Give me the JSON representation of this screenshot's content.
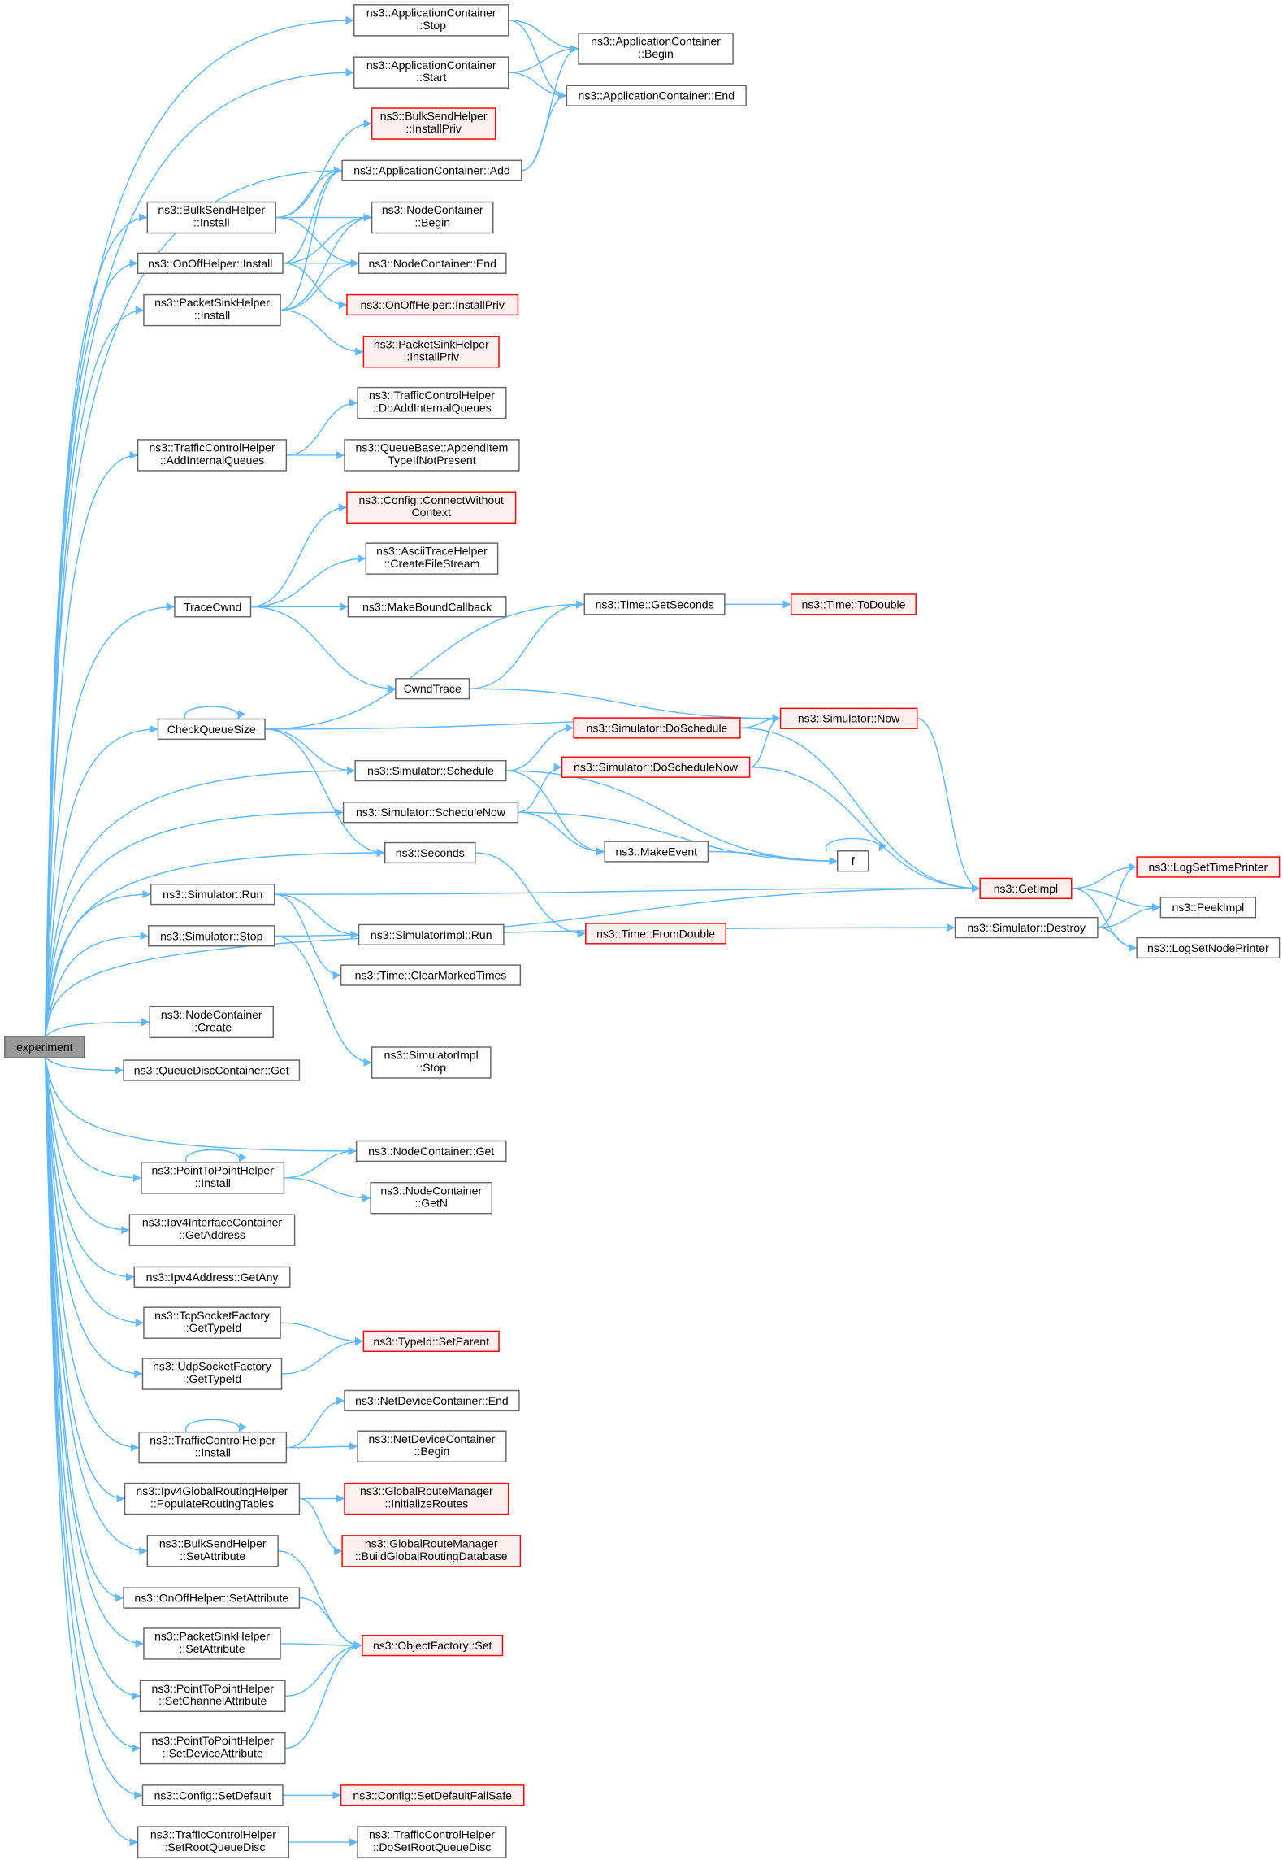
{
  "colors": {
    "edge": "#63b8ff",
    "box_border": "#666666",
    "missing_border": "#ff0000",
    "missing_fill": "#fff0f0",
    "root_fill": "#999999"
  },
  "nodes": [
    {
      "lines": [
        "experiment"
      ],
      "kind": "root"
    },
    {
      "lines": [
        "ns3::ApplicationContainer",
        "::Stop"
      ]
    },
    {
      "lines": [
        "ns3::ApplicationContainer",
        "::Start"
      ]
    },
    {
      "lines": [
        "ns3::ApplicationContainer",
        "::Begin"
      ]
    },
    {
      "lines": [
        "ns3::ApplicationContainer::End"
      ]
    },
    {
      "lines": [
        "ns3::BulkSendHelper",
        "::InstallPriv"
      ],
      "kind": "red"
    },
    {
      "lines": [
        "ns3::ApplicationContainer::Add"
      ]
    },
    {
      "lines": [
        "ns3::BulkSendHelper",
        "::Install"
      ]
    },
    {
      "lines": [
        "ns3::NodeContainer",
        "::Begin"
      ]
    },
    {
      "lines": [
        "ns3::OnOffHelper::Install"
      ]
    },
    {
      "lines": [
        "ns3::NodeContainer::End"
      ]
    },
    {
      "lines": [
        "ns3::OnOffHelper::InstallPriv"
      ],
      "kind": "red"
    },
    {
      "lines": [
        "ns3::PacketSinkHelper",
        "::Install"
      ]
    },
    {
      "lines": [
        "ns3::PacketSinkHelper",
        "::InstallPriv"
      ],
      "kind": "red"
    },
    {
      "lines": [
        "ns3::TrafficControlHelper",
        "::DoAddInternalQueues"
      ]
    },
    {
      "lines": [
        "ns3::TrafficControlHelper",
        "::AddInternalQueues"
      ]
    },
    {
      "lines": [
        "ns3::QueueBase::AppendItem",
        "TypeIfNotPresent"
      ]
    },
    {
      "lines": [
        "ns3::Config::ConnectWithout",
        "Context"
      ],
      "kind": "red"
    },
    {
      "lines": [
        "ns3::AsciiTraceHelper",
        "::CreateFileStream"
      ]
    },
    {
      "lines": [
        "TraceCwnd"
      ]
    },
    {
      "lines": [
        "ns3::MakeBoundCallback"
      ]
    },
    {
      "lines": [
        "ns3::Time::GetSeconds"
      ]
    },
    {
      "lines": [
        "ns3::Time::ToDouble"
      ],
      "kind": "red"
    },
    {
      "lines": [
        "CwndTrace"
      ]
    },
    {
      "lines": [
        "CheckQueueSize"
      ]
    },
    {
      "lines": [
        "ns3::Simulator::Now"
      ],
      "kind": "red"
    },
    {
      "lines": [
        "ns3::Simulator::DoSchedule"
      ],
      "kind": "red"
    },
    {
      "lines": [
        "ns3::Simulator::Schedule"
      ]
    },
    {
      "lines": [
        "ns3::Simulator::DoScheduleNow"
      ],
      "kind": "red"
    },
    {
      "lines": [
        "ns3::Simulator::ScheduleNow"
      ]
    },
    {
      "lines": [
        "ns3::MakeEvent"
      ]
    },
    {
      "lines": [
        "f"
      ]
    },
    {
      "lines": [
        "ns3::Seconds"
      ]
    },
    {
      "lines": [
        "ns3::GetImpl"
      ],
      "kind": "red"
    },
    {
      "lines": [
        "ns3::LogSetTimePrinter"
      ],
      "kind": "red"
    },
    {
      "lines": [
        "ns3::PeekImpl"
      ]
    },
    {
      "lines": [
        "ns3::Simulator::Destroy"
      ]
    },
    {
      "lines": [
        "ns3::LogSetNodePrinter"
      ]
    },
    {
      "lines": [
        "ns3::Simulator::Run"
      ]
    },
    {
      "lines": [
        "ns3::SimulatorImpl::Run"
      ]
    },
    {
      "lines": [
        "ns3::Time::FromDouble"
      ],
      "kind": "red"
    },
    {
      "lines": [
        "ns3::Simulator::Stop"
      ]
    },
    {
      "lines": [
        "ns3::Time::ClearMarkedTimes"
      ]
    },
    {
      "lines": [
        "ns3::NodeContainer",
        "::Create"
      ]
    },
    {
      "lines": [
        "ns3::SimulatorImpl",
        "::Stop"
      ]
    },
    {
      "lines": [
        "ns3::QueueDiscContainer::Get"
      ]
    },
    {
      "lines": [
        "ns3::NodeContainer::Get"
      ]
    },
    {
      "lines": [
        "ns3::PointToPointHelper",
        "::Install"
      ]
    },
    {
      "lines": [
        "ns3::NodeContainer",
        "::GetN"
      ]
    },
    {
      "lines": [
        "ns3::Ipv4InterfaceContainer",
        "::GetAddress"
      ]
    },
    {
      "lines": [
        "ns3::Ipv4Address::GetAny"
      ]
    },
    {
      "lines": [
        "ns3::TcpSocketFactory",
        "::GetTypeId"
      ]
    },
    {
      "lines": [
        "ns3::TypeId::SetParent"
      ],
      "kind": "red"
    },
    {
      "lines": [
        "ns3::UdpSocketFactory",
        "::GetTypeId"
      ]
    },
    {
      "lines": [
        "ns3::NetDeviceContainer::End"
      ]
    },
    {
      "lines": [
        "ns3::TrafficControlHelper",
        "::Install"
      ]
    },
    {
      "lines": [
        "ns3::NetDeviceContainer",
        "::Begin"
      ]
    },
    {
      "lines": [
        "ns3::Ipv4GlobalRoutingHelper",
        "::PopulateRoutingTables"
      ]
    },
    {
      "lines": [
        "ns3::GlobalRouteManager",
        "::InitializeRoutes"
      ],
      "kind": "red"
    },
    {
      "lines": [
        "ns3::GlobalRouteManager",
        "::BuildGlobalRoutingDatabase"
      ],
      "kind": "red"
    },
    {
      "lines": [
        "ns3::BulkSendHelper",
        "::SetAttribute"
      ]
    },
    {
      "lines": [
        "ns3::OnOffHelper::SetAttribute"
      ]
    },
    {
      "lines": [
        "ns3::ObjectFactory::Set"
      ],
      "kind": "red"
    },
    {
      "lines": [
        "ns3::PacketSinkHelper",
        "::SetAttribute"
      ]
    },
    {
      "lines": [
        "ns3::PointToPointHelper",
        "::SetChannelAttribute"
      ]
    },
    {
      "lines": [
        "ns3::PointToPointHelper",
        "::SetDeviceAttribute"
      ]
    },
    {
      "lines": [
        "ns3::Config::SetDefault"
      ]
    },
    {
      "lines": [
        "ns3::Config::SetDefaultFailSafe"
      ],
      "kind": "red"
    },
    {
      "lines": [
        "ns3::TrafficControlHelper",
        "::SetRootQueueDisc"
      ]
    },
    {
      "lines": [
        "ns3::TrafficControlHelper",
        "::DoSetRootQueueDisc"
      ]
    }
  ],
  "edges": [
    [
      0,
      1
    ],
    [
      0,
      2
    ],
    [
      0,
      6
    ],
    [
      0,
      7
    ],
    [
      0,
      9
    ],
    [
      0,
      12
    ],
    [
      0,
      15
    ],
    [
      0,
      19
    ],
    [
      0,
      24
    ],
    [
      0,
      27
    ],
    [
      0,
      29
    ],
    [
      0,
      32
    ],
    [
      0,
      38
    ],
    [
      0,
      41
    ],
    [
      0,
      36
    ],
    [
      0,
      43
    ],
    [
      0,
      45
    ],
    [
      0,
      46
    ],
    [
      0,
      47
    ],
    [
      0,
      49
    ],
    [
      0,
      50
    ],
    [
      0,
      51
    ],
    [
      0,
      53
    ],
    [
      0,
      55
    ],
    [
      0,
      57
    ],
    [
      0,
      60
    ],
    [
      0,
      61
    ],
    [
      0,
      63
    ],
    [
      0,
      64
    ],
    [
      0,
      65
    ],
    [
      0,
      66
    ],
    [
      0,
      68
    ],
    [
      1,
      3
    ],
    [
      1,
      4
    ],
    [
      2,
      3
    ],
    [
      2,
      4
    ],
    [
      6,
      3
    ],
    [
      6,
      4
    ],
    [
      7,
      5
    ],
    [
      7,
      6
    ],
    [
      7,
      8
    ],
    [
      7,
      10
    ],
    [
      9,
      6
    ],
    [
      9,
      8
    ],
    [
      9,
      10
    ],
    [
      9,
      11
    ],
    [
      12,
      6
    ],
    [
      12,
      8
    ],
    [
      12,
      10
    ],
    [
      12,
      13
    ],
    [
      15,
      14
    ],
    [
      15,
      16
    ],
    [
      19,
      17
    ],
    [
      19,
      18
    ],
    [
      19,
      20
    ],
    [
      19,
      23
    ],
    [
      23,
      21
    ],
    [
      23,
      25
    ],
    [
      21,
      22
    ],
    [
      24,
      24
    ],
    [
      24,
      21
    ],
    [
      24,
      25
    ],
    [
      24,
      27
    ],
    [
      24,
      32
    ],
    [
      27,
      26
    ],
    [
      27,
      30
    ],
    [
      27,
      31
    ],
    [
      29,
      28
    ],
    [
      29,
      30
    ],
    [
      29,
      31
    ],
    [
      26,
      25
    ],
    [
      26,
      33
    ],
    [
      28,
      25
    ],
    [
      28,
      33
    ],
    [
      25,
      33
    ],
    [
      30,
      31
    ],
    [
      31,
      31
    ],
    [
      32,
      40
    ],
    [
      38,
      39
    ],
    [
      38,
      42
    ],
    [
      38,
      33
    ],
    [
      41,
      44
    ],
    [
      41,
      33
    ],
    [
      33,
      34
    ],
    [
      33,
      35
    ],
    [
      33,
      37
    ],
    [
      36,
      34
    ],
    [
      36,
      35
    ],
    [
      36,
      37
    ],
    [
      47,
      47
    ],
    [
      47,
      46
    ],
    [
      47,
      48
    ],
    [
      51,
      52
    ],
    [
      53,
      52
    ],
    [
      55,
      55
    ],
    [
      55,
      54
    ],
    [
      55,
      56
    ],
    [
      57,
      58
    ],
    [
      57,
      59
    ],
    [
      60,
      62
    ],
    [
      61,
      62
    ],
    [
      63,
      62
    ],
    [
      64,
      62
    ],
    [
      65,
      62
    ],
    [
      66,
      67
    ],
    [
      68,
      69
    ]
  ]
}
